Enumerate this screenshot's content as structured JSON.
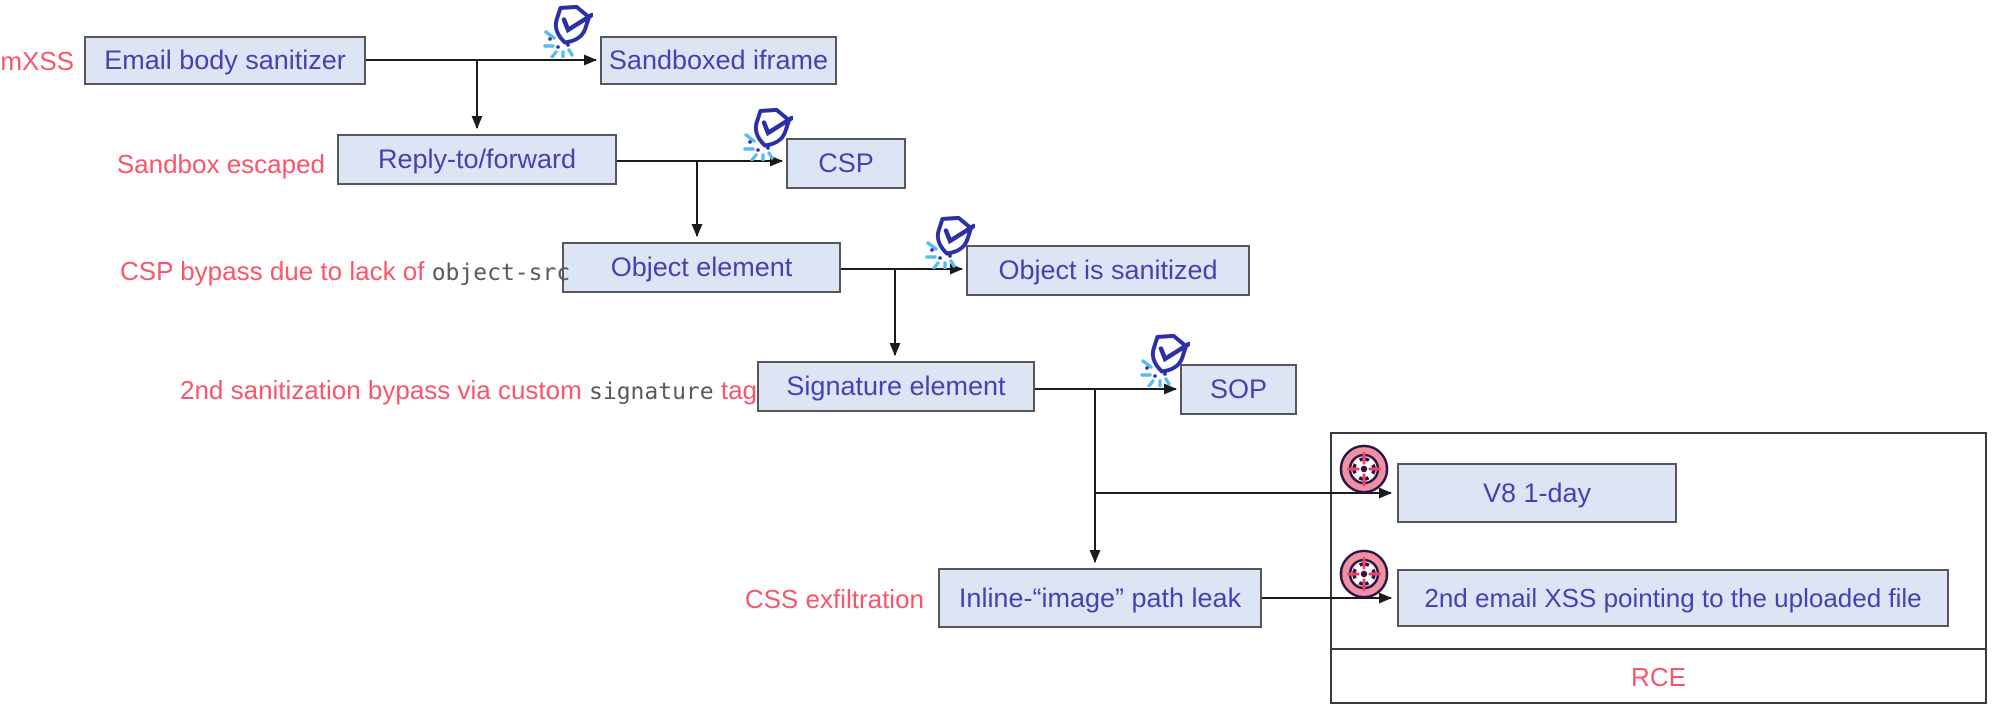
{
  "diagram": {
    "type": "flowchart",
    "topic": "email XSS to RCE exploitation chain",
    "nodes": [
      {
        "id": "email-body-sanitizer",
        "label": "Email body sanitizer"
      },
      {
        "id": "sandboxed-iframe",
        "label": "Sandboxed iframe",
        "icon": "shield-check-broken"
      },
      {
        "id": "reply-to-forward",
        "label": "Reply-to/forward"
      },
      {
        "id": "csp",
        "label": "CSP",
        "icon": "shield-check-broken"
      },
      {
        "id": "object-element",
        "label": "Object element"
      },
      {
        "id": "object-is-sanitized",
        "label": "Object is sanitized",
        "icon": "shield-check-broken"
      },
      {
        "id": "signature-element",
        "label": "Signature element"
      },
      {
        "id": "sop",
        "label": "SOP",
        "icon": "shield-check-broken"
      },
      {
        "id": "v8-1-day",
        "label": "V8 1-day",
        "icon": "target"
      },
      {
        "id": "inline-image-path-leak",
        "label": "Inline-“image” path leak"
      },
      {
        "id": "2nd-email-xss",
        "label": "2nd email XSS pointing to the uploaded file",
        "icon": "target"
      }
    ],
    "edges": [
      {
        "from": "email-body-sanitizer",
        "to": "sandboxed-iframe"
      },
      {
        "from": "email-body-sanitizer",
        "to": "reply-to-forward"
      },
      {
        "from": "reply-to-forward",
        "to": "csp"
      },
      {
        "from": "reply-to-forward",
        "to": "object-element"
      },
      {
        "from": "object-element",
        "to": "object-is-sanitized"
      },
      {
        "from": "object-element",
        "to": "signature-element"
      },
      {
        "from": "signature-element",
        "to": "sop"
      },
      {
        "from": "signature-element",
        "to": "v8-1-day"
      },
      {
        "from": "signature-element",
        "to": "inline-image-path-leak"
      },
      {
        "from": "inline-image-path-leak",
        "to": "2nd-email-xss"
      }
    ],
    "annotations": {
      "mxss": {
        "text": "mXSS",
        "attached_to": "email-body-sanitizer"
      },
      "sandbox_escaped": {
        "text": "Sandbox escaped",
        "attached_to": "reply-to-forward"
      },
      "csp_bypass": {
        "text_before": "CSP bypass due to lack of ",
        "code": "object-src",
        "text_after": "",
        "attached_to": "object-element"
      },
      "second_sanitization_bypass": {
        "text_before": "2nd sanitization bypass via custom ",
        "code": "signature",
        "text_after": " tag",
        "attached_to": "signature-element"
      },
      "css_exfiltration": {
        "text": "CSS exfiltration",
        "attached_to": "inline-image-path-leak"
      },
      "rce": {
        "text": "RCE",
        "attached_to": "rce-container"
      }
    },
    "rce_container": {
      "label": "RCE",
      "contains": [
        "v8-1-day",
        "2nd-email-xss"
      ]
    },
    "colors": {
      "node_fill": "#dde4f4",
      "node_border": "#56575c",
      "node_text": "#4343b2",
      "annotation_text": "#f9566b",
      "code_text": "#595a5e",
      "connector": "#1b1b1b",
      "shield_blue": "#2b2fa8",
      "shield_spark": "#55bdf2",
      "target_dark": "#2e1445",
      "target_pink": "#f28fa2",
      "target_red": "#f4415c"
    }
  }
}
